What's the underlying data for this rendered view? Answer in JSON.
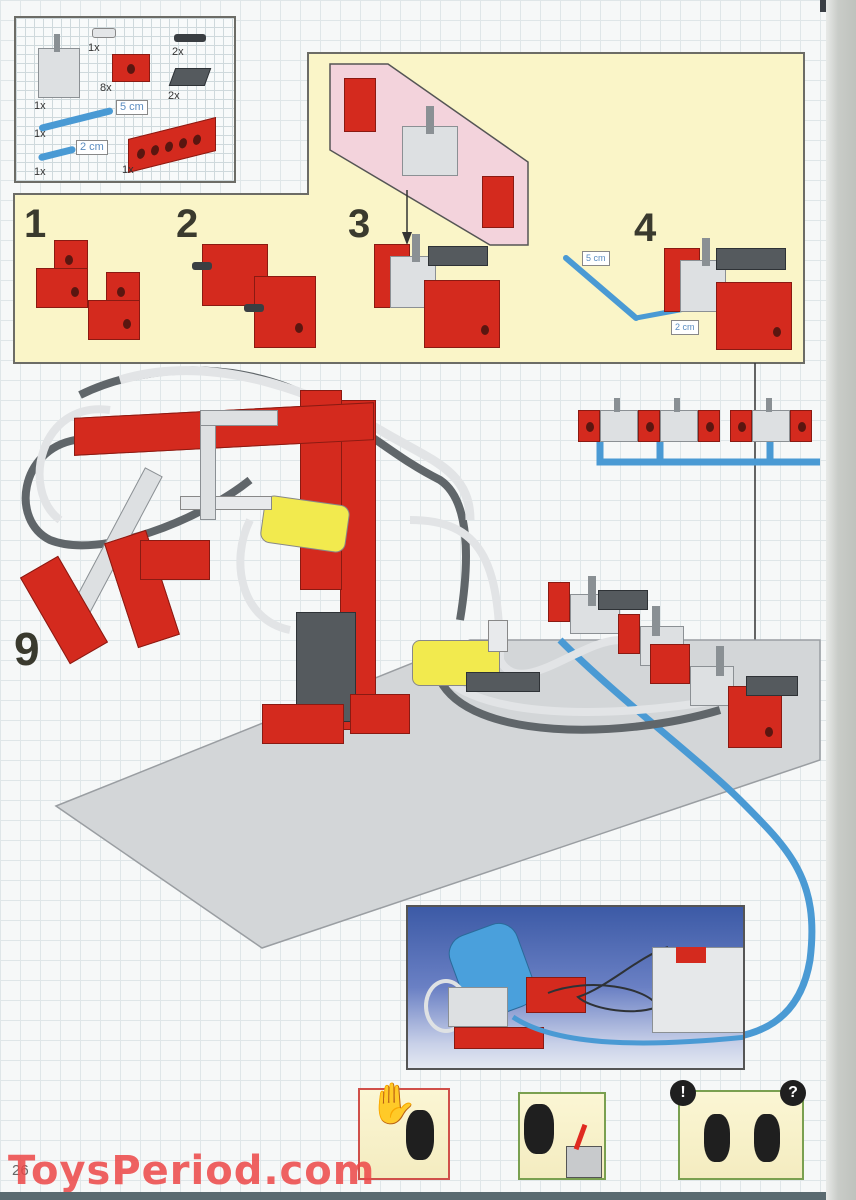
{
  "page": {
    "page_number": "26",
    "watermark": "ToysPeriod.com"
  },
  "parts_list": {
    "items": [
      {
        "name": "pneumatic-valve",
        "qty": "1x"
      },
      {
        "name": "t-piece",
        "qty": "1x"
      },
      {
        "name": "technic-brick-1x2",
        "qty": "8x"
      },
      {
        "name": "pneumatic-pin",
        "qty": "2x"
      },
      {
        "name": "plate-2x2-dark-grey",
        "qty": "2x"
      },
      {
        "name": "tube-5cm",
        "qty": "1x",
        "length": "5 cm"
      },
      {
        "name": "tube-2cm",
        "qty": "1x",
        "length": "2 cm"
      },
      {
        "name": "technic-brick-1x6",
        "qty": "1x"
      }
    ],
    "extra_qty": "1x"
  },
  "steps": [
    {
      "number": "1"
    },
    {
      "number": "2"
    },
    {
      "number": "3"
    },
    {
      "number": "4",
      "tube_labels": [
        "5 cm",
        "2 cm"
      ]
    },
    {
      "number": "9"
    }
  ],
  "colors": {
    "panel_yellow": "#faf5c8",
    "subpanel_pink": "#f3d3dc",
    "brick_red": "#d42a1e",
    "tube_blue": "#4a9ad4",
    "outline": "#6c6c66"
  },
  "pictograms": [
    {
      "name": "stop-warning",
      "border": "#d0504a"
    },
    {
      "name": "pull-apart",
      "border": "#7aa050"
    },
    {
      "name": "discuss-idea",
      "border": "#7aa050",
      "bubbles": [
        "!",
        "?"
      ]
    }
  ]
}
